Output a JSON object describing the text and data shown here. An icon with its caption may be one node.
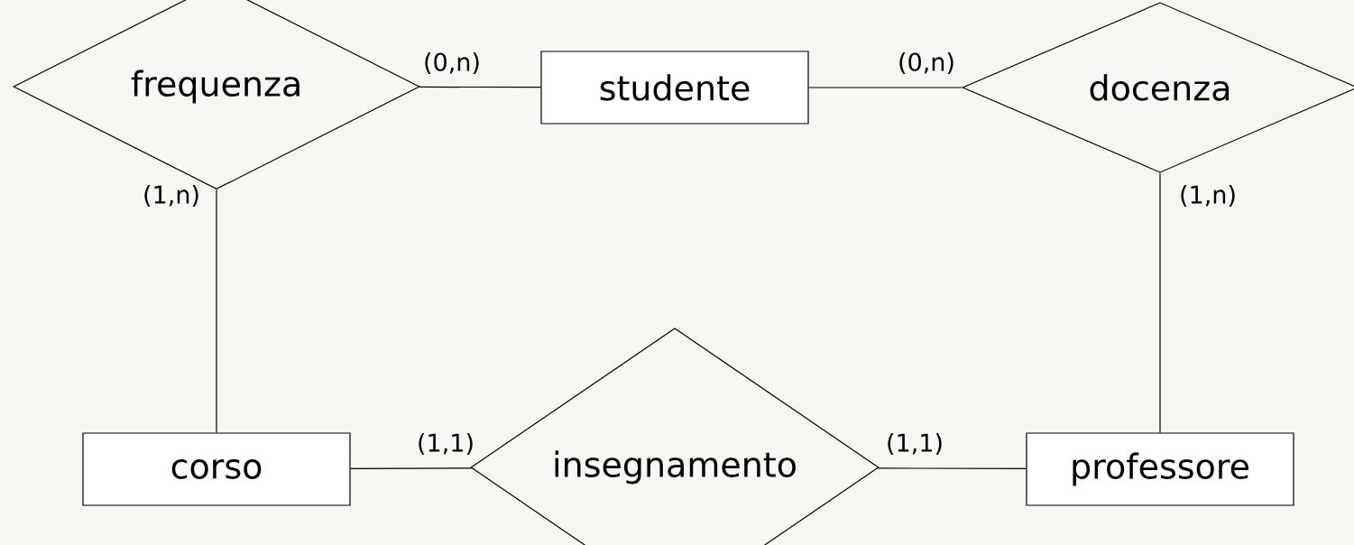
{
  "diagram": {
    "nodes": [
      {
        "text": [
          "frequenza"
        ]
      },
      {
        "text": [
          "studente"
        ]
      },
      {
        "text": [
          "docenza"
        ]
      },
      {
        "text": [
          "corso"
        ]
      },
      {
        "text": [
          "insegnamento"
        ]
      },
      {
        "text": [
          "professore"
        ]
      }
    ],
    "edges": [
      {
        "from": 0,
        "to": 1,
        "arrow": "none",
        "label": "(0,n)"
      },
      {
        "from": 1,
        "to": 2,
        "arrow": "none",
        "label": "(0,n)"
      },
      {
        "from": 0,
        "to": 3,
        "arrow": "none",
        "label": "(1,n)"
      },
      {
        "from": 2,
        "to": 5,
        "arrow": "none",
        "label": "(1,n)"
      },
      {
        "from": 3,
        "to": 4,
        "arrow": "none",
        "label": "(1,1)"
      },
      {
        "from": 4,
        "to": 5,
        "arrow": "none",
        "label": "(1,1)"
      }
    ]
  }
}
